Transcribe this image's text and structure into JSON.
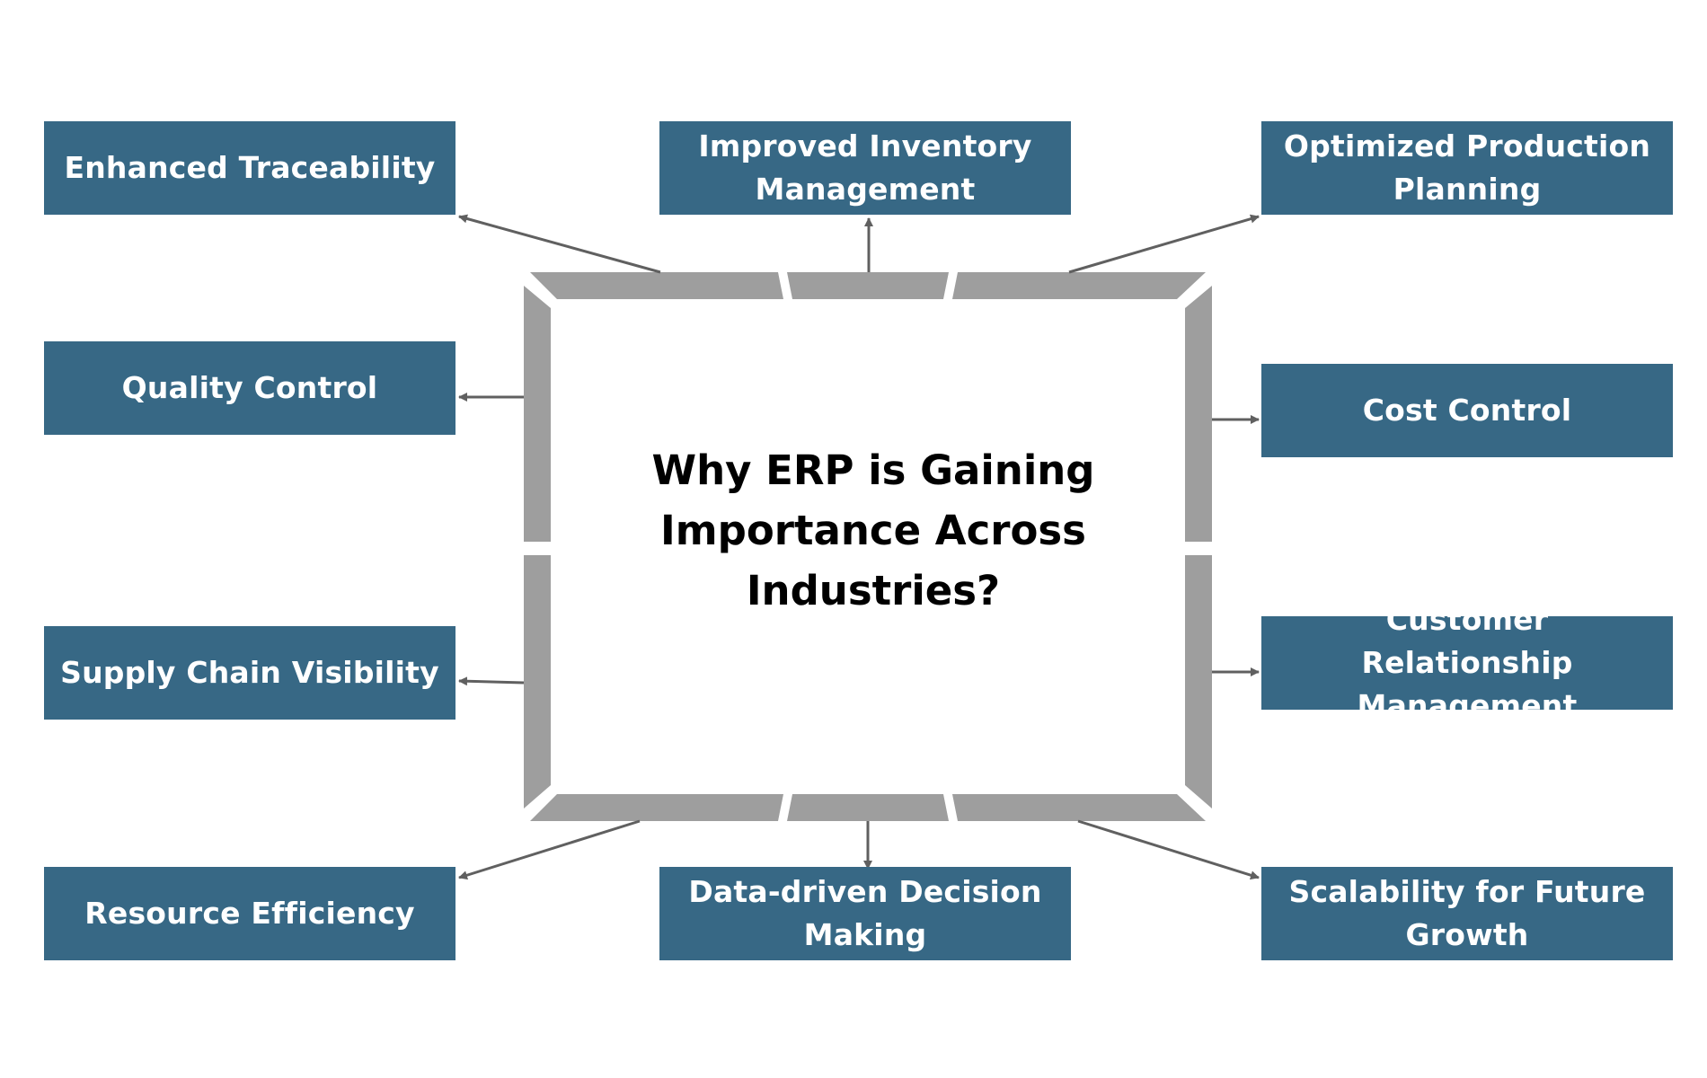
{
  "colors": {
    "box_fill": "#376885",
    "box_text": "#ffffff",
    "frame": "#9e9e9e",
    "arrow": "#606060",
    "title_text": "#000000"
  },
  "center": {
    "title": "Why ERP is Gaining Importance Across Industries?"
  },
  "boxes": {
    "enhanced_traceability": "Enhanced Traceability",
    "improved_inventory": "Improved Inventory Management",
    "optimized_production": "Optimized Production Planning",
    "quality_control": "Quality Control",
    "cost_control": "Cost Control",
    "supply_chain": "Supply Chain Visibility",
    "customer_relationship": "Customer Relationship Management",
    "resource_efficiency": "Resource Efficiency",
    "data_driven": "Data-driven Decision Making",
    "scalability": "Scalability for Future Growth"
  }
}
